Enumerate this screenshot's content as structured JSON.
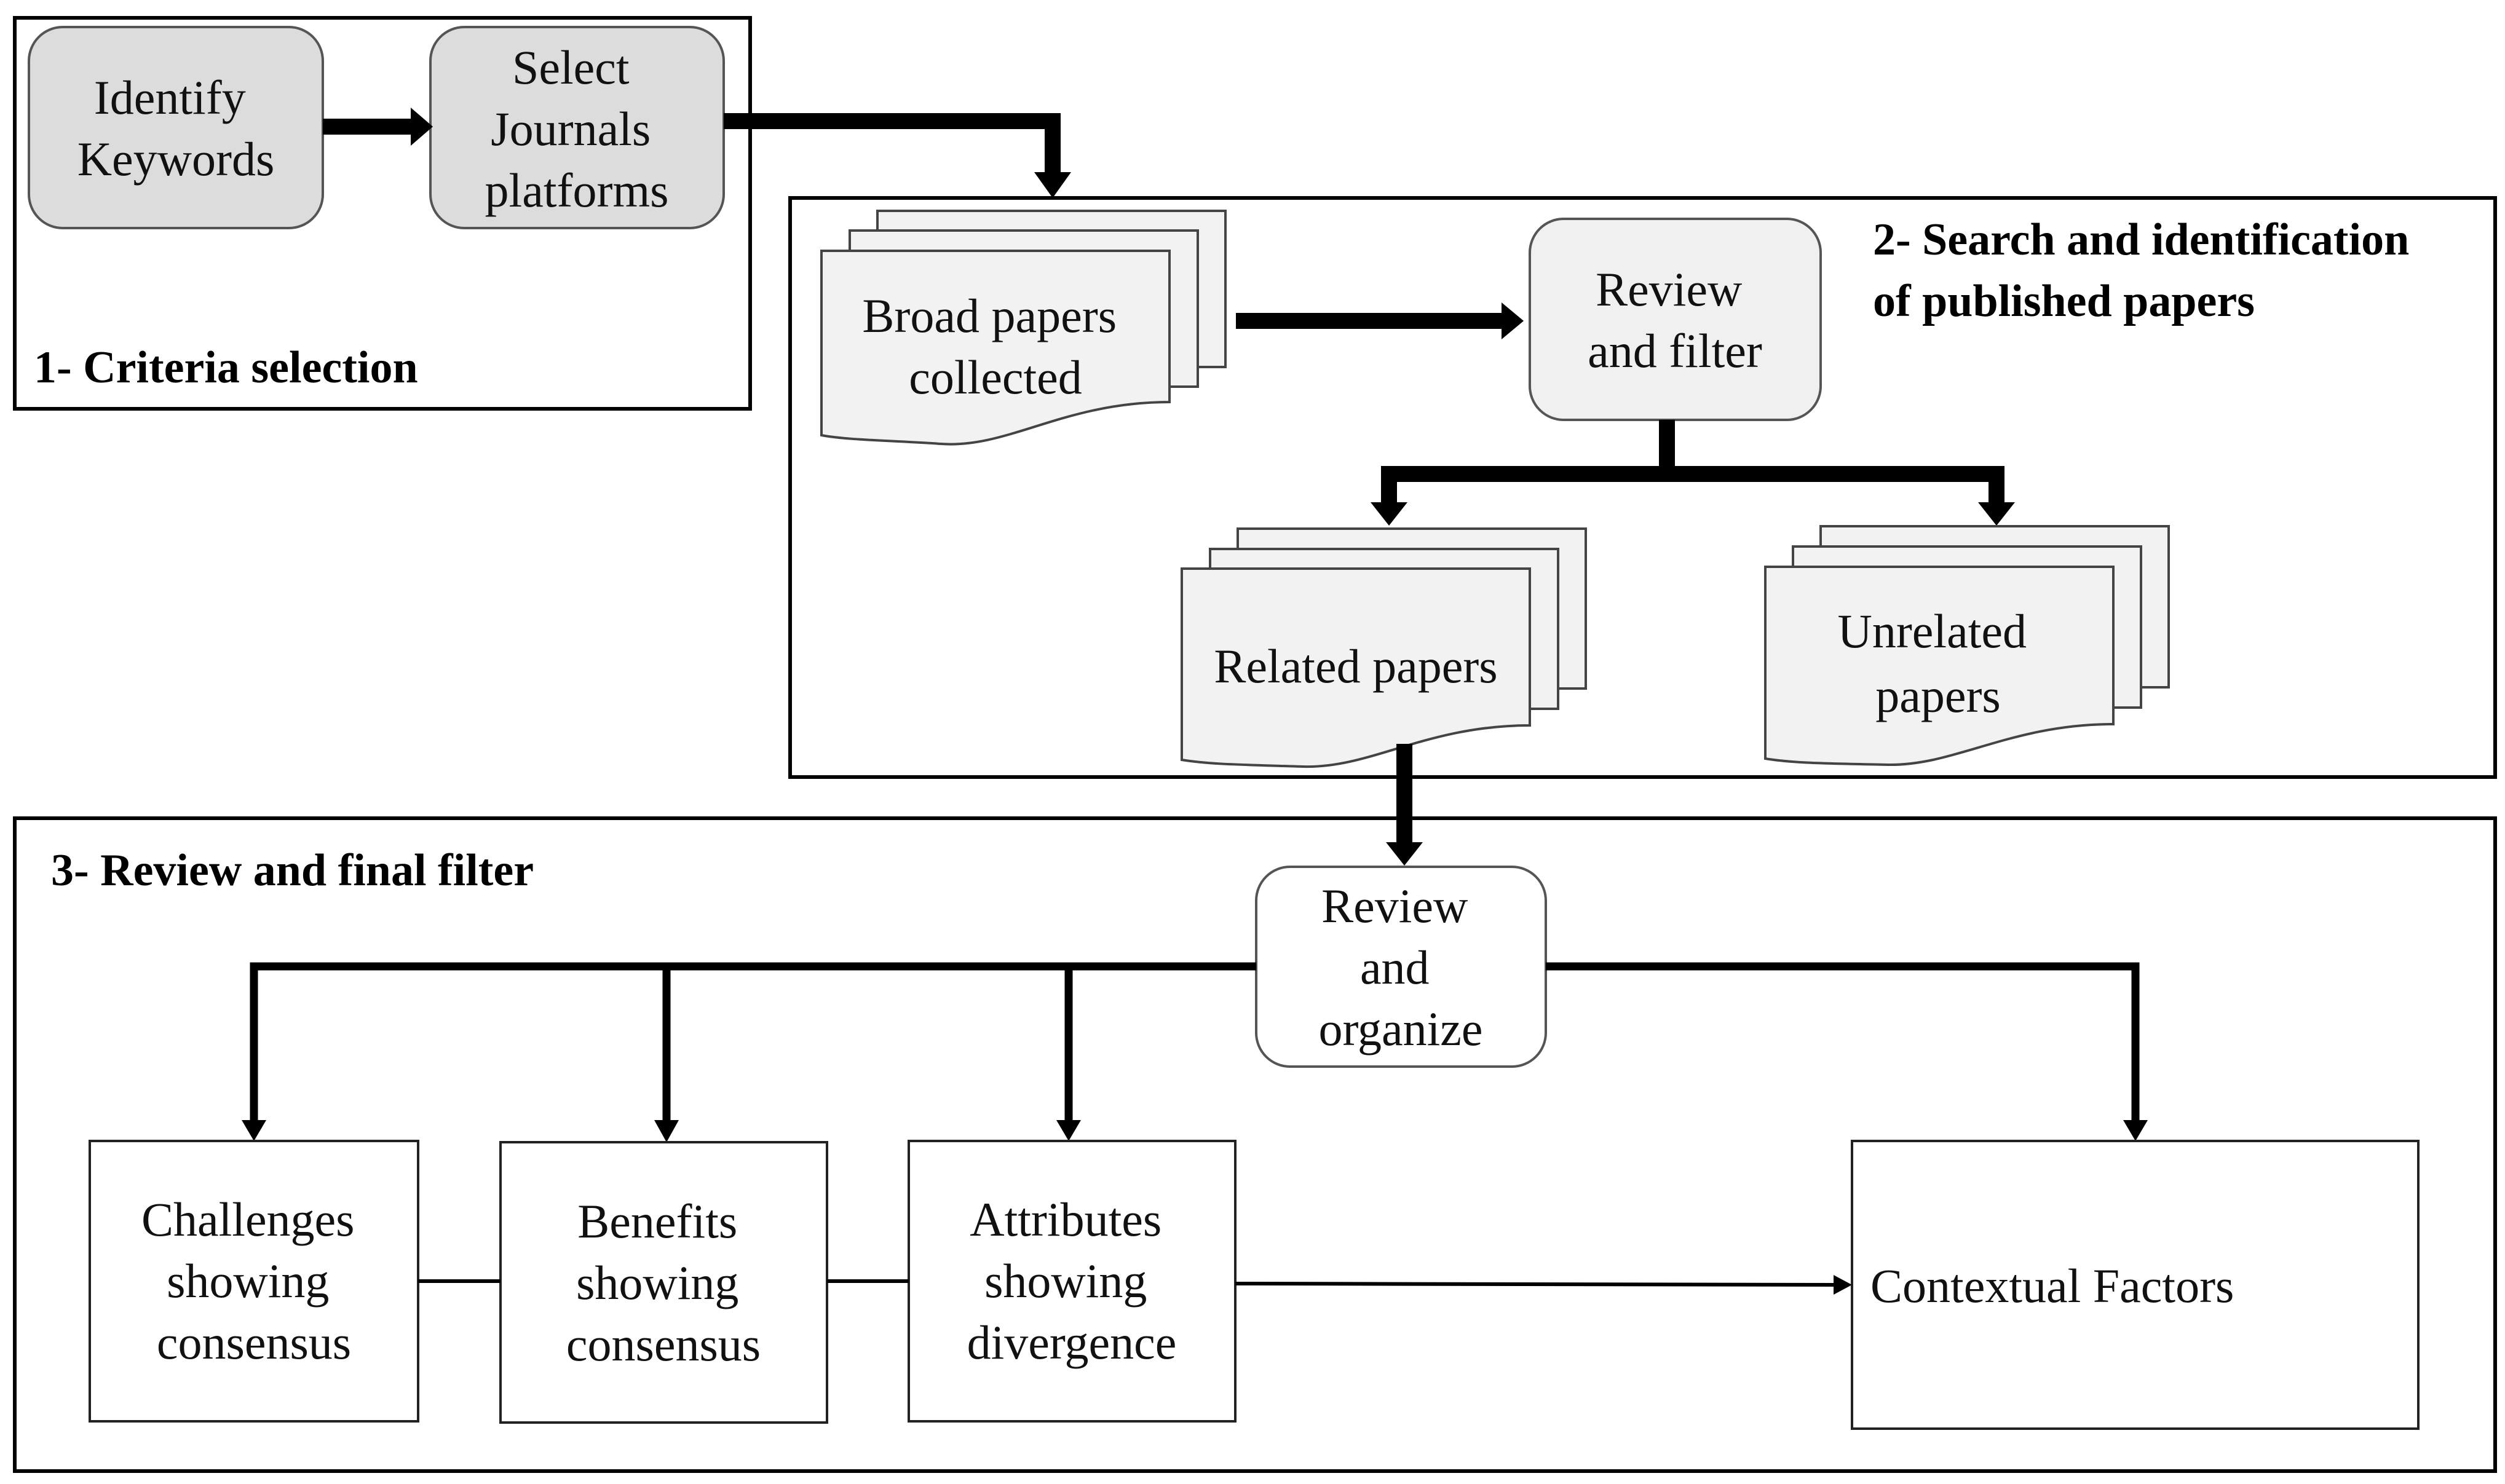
{
  "sections": {
    "criteria": {
      "title": "1- Criteria selection"
    },
    "search": {
      "title_line1": "2- Search and identification",
      "title_line2": "of published papers"
    },
    "final": {
      "title": "3- Review and final filter"
    }
  },
  "nodes": {
    "identify_keywords": [
      "Identify",
      "Keywords"
    ],
    "select_journals": [
      "Select",
      "Journals",
      "platforms"
    ],
    "broad_papers": [
      "Broad papers",
      "collected"
    ],
    "review_filter": [
      "Review",
      "and filter"
    ],
    "related_papers": [
      "Related papers"
    ],
    "unrelated_papers": [
      "Unrelated",
      "papers"
    ],
    "review_organize": [
      "Review",
      "and",
      "organize"
    ],
    "challenges": [
      "Challenges",
      "showing",
      "consensus"
    ],
    "benefits": [
      "Benefits",
      "showing",
      "consensus"
    ],
    "attributes": [
      "Attributes",
      "showing",
      "divergence"
    ],
    "contextual": [
      "Contextual Factors"
    ]
  }
}
